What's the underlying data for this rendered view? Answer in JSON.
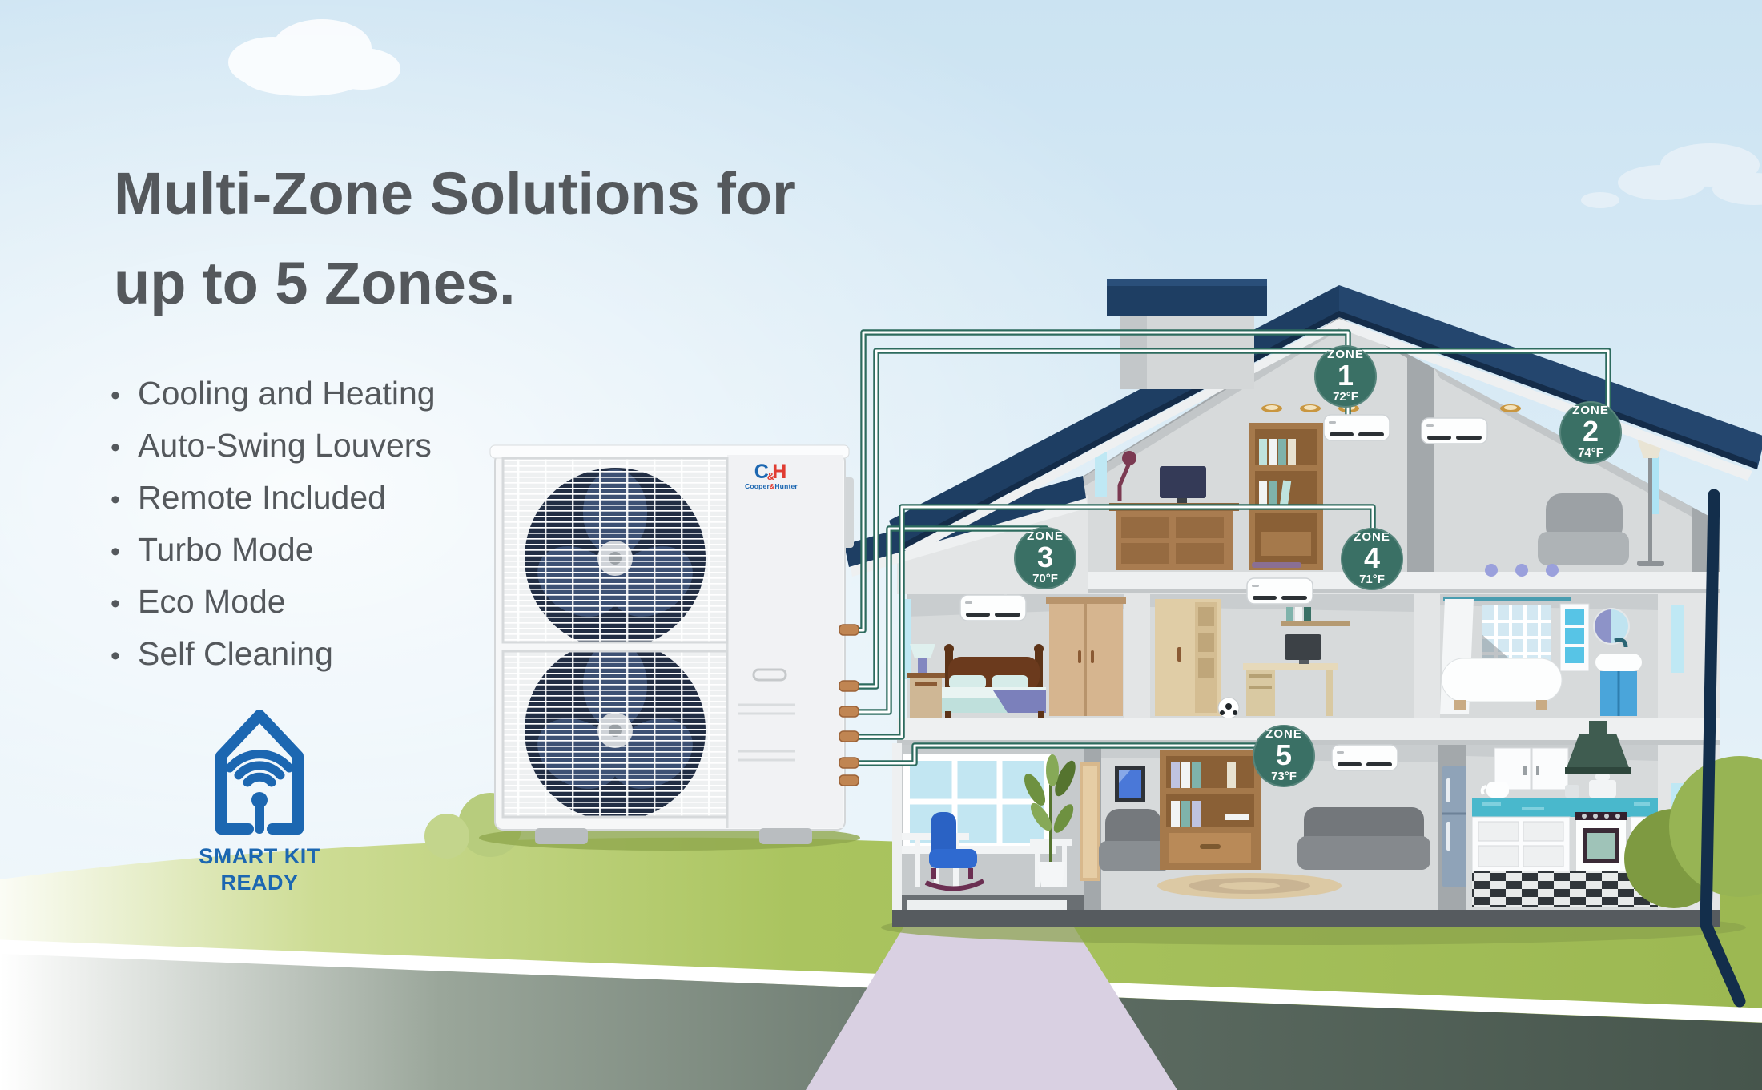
{
  "headline": {
    "line1": "Multi-Zone Solutions for",
    "line2": "up to 5 Zones."
  },
  "bullet": "•",
  "features": [
    "Cooling and Heating",
    "Auto-Swing Louvers",
    "Remote Included",
    "Turbo Mode",
    "Eco Mode",
    "Self Cleaning"
  ],
  "smart_kit": {
    "line1": "SMART KIT",
    "line2": "READY"
  },
  "brand": {
    "letter_c": "C",
    "letter_h": "H",
    "ampersand": "&",
    "word_cooper": "Cooper",
    "word_hunter": "Hunter"
  },
  "zones": [
    {
      "label": "ZONE",
      "number": "1",
      "temp": "72°F"
    },
    {
      "label": "ZONE",
      "number": "2",
      "temp": "74°F"
    },
    {
      "label": "ZONE",
      "number": "3",
      "temp": "70°F"
    },
    {
      "label": "ZONE",
      "number": "4",
      "temp": "71°F"
    },
    {
      "label": "ZONE",
      "number": "5",
      "temp": "73°F"
    }
  ],
  "colors": {
    "brand_blue": "#1c67b1",
    "brand_red": "#e03c31",
    "zone_badge_green": "#3a7065",
    "refrigerant_line_teal": "#2d6b5e",
    "roof_navy": "#1e3e63",
    "grass_green": "#a5bf60",
    "headline_gray": "#54585c"
  }
}
